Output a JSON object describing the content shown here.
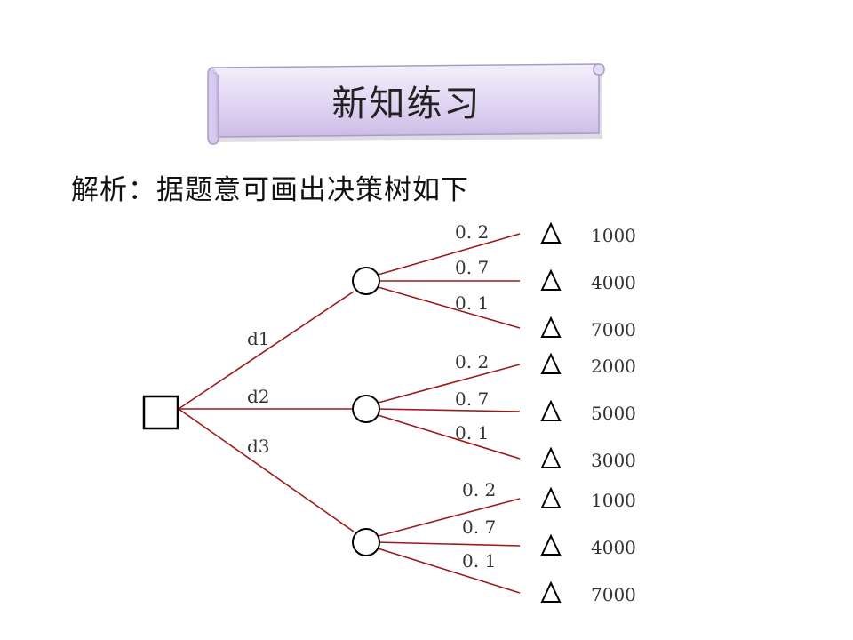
{
  "banner": {
    "title": "新知练习"
  },
  "intro": "解析：据题意可画出决策树如下",
  "colors": {
    "edge": "#9b1b1b",
    "node": "#000000",
    "banner_fill": "#ddd2f0",
    "banner_edge": "#a08cc8"
  },
  "tree": {
    "decisions": [
      {
        "label": "d1",
        "outcomes": [
          {
            "prob": "0.2",
            "value": "1000"
          },
          {
            "prob": "0.7",
            "value": "4000"
          },
          {
            "prob": "0.1",
            "value": "7000"
          }
        ]
      },
      {
        "label": "d2",
        "outcomes": [
          {
            "prob": "0.2",
            "value": "2000"
          },
          {
            "prob": "0.7",
            "value": "5000"
          },
          {
            "prob": "0.1",
            "value": "3000"
          }
        ]
      },
      {
        "label": "d3",
        "outcomes": [
          {
            "prob": "0.2",
            "value": "1000"
          },
          {
            "prob": "0.7",
            "value": "4000"
          },
          {
            "prob": "0.1",
            "value": "7000"
          }
        ]
      }
    ]
  }
}
